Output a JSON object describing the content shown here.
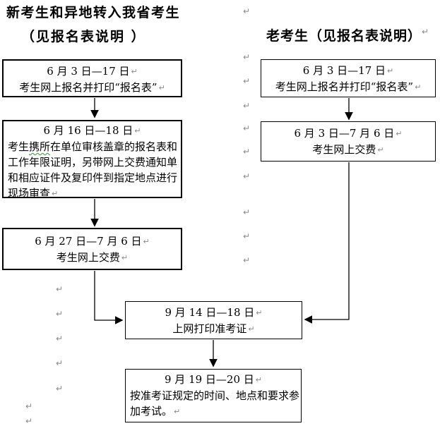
{
  "titles": {
    "left_line1": "新考生和异地转入我省考生",
    "left_line2": "（见报名表说明 ）",
    "right": "老考生（见报名表说明）"
  },
  "boxes": {
    "new_register": {
      "date": "6 月 3 日—17 日",
      "line2": "考生网上报名并打印“报名表”"
    },
    "new_onsite_review": {
      "date": "6 月 16 日—18 日",
      "body1_pre": "考生",
      "body1_misspell": "携所",
      "body1_post": "在单位审核盖章的报名表和",
      "body2": "工作年限证明，另带网上交费通知单",
      "body3": "和相应证件及复印件到指定地点进行",
      "body4": "现场审查"
    },
    "new_pay": {
      "date": "6 月 27 日—7 月 6 日",
      "line2": "考生网上交费"
    },
    "old_register": {
      "date": "6 月 3 日—17 日",
      "line2": "考生网上报名并打印“报名表”"
    },
    "old_pay": {
      "date": "6 月 3 日—7 月 6 日",
      "line2": "考生网上交费"
    },
    "print_ticket": {
      "date": "9 月 14 日—18 日",
      "line2": "上网打印准考证"
    },
    "take_exam": {
      "date": "9 月 19 日—20 日",
      "body1": "按准考证规定的时间、地点和要求参",
      "body2": "加考试。"
    }
  },
  "marks": {
    "glyph": "↵"
  },
  "colors": {
    "border": "#000000",
    "paragraph_mark": "#8a8a8a",
    "spellcheck_underline": "#1fa11f"
  }
}
